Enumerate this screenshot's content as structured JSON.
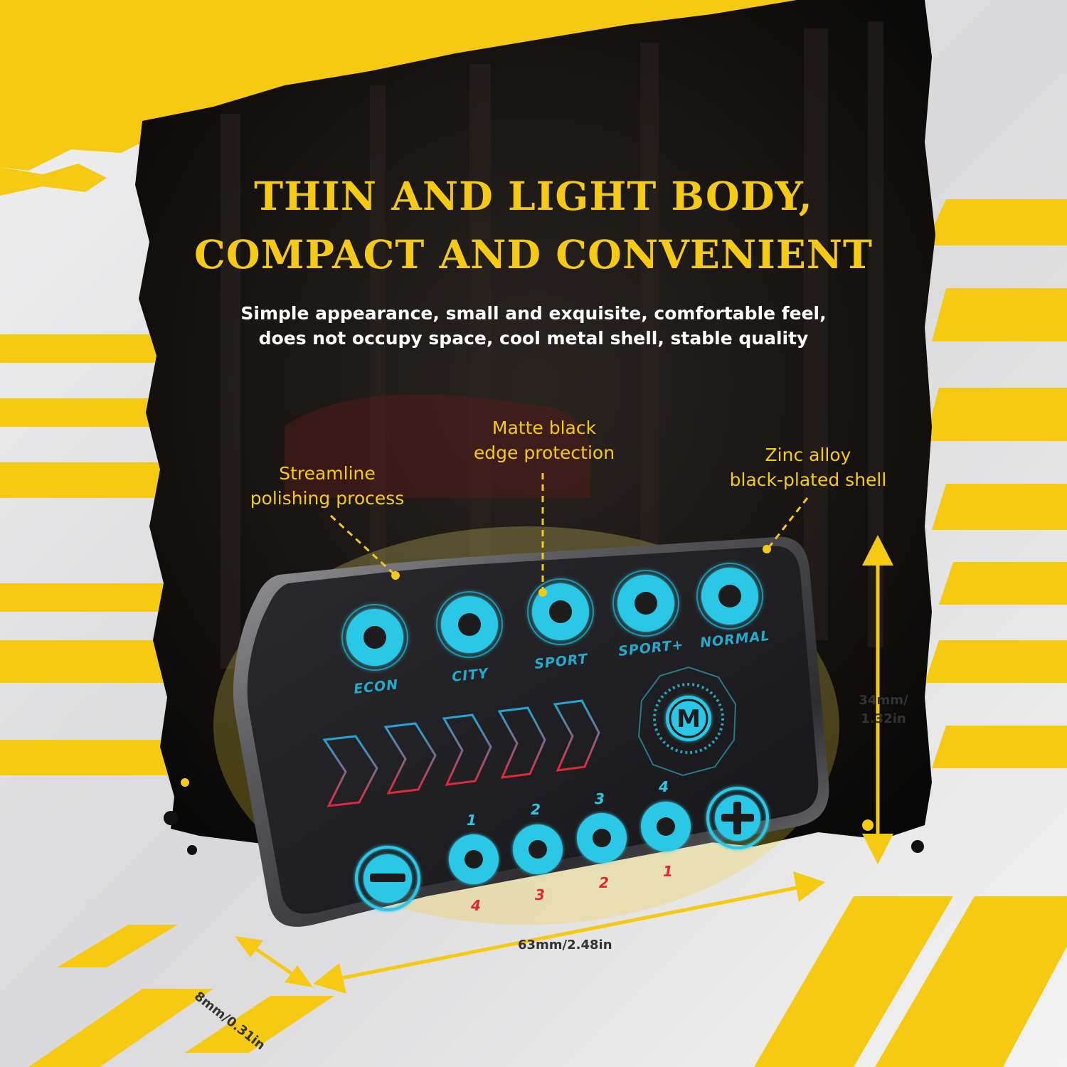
{
  "headline": {
    "line1": "THIN AND LIGHT BODY,",
    "line2": "COMPACT AND CONVENIENT"
  },
  "subtitle": {
    "line1": "Simple appearance, small and exquisite, comfortable feel,",
    "line2": "does not occupy space, cool metal shell, stable quality"
  },
  "callouts": {
    "streamline": {
      "line1": "Streamline",
      "line2": "polishing process"
    },
    "matte": {
      "line1": "Matte black",
      "line2": "edge protection"
    },
    "zinc": {
      "line1": "Zinc alloy",
      "line2": "black-plated shell"
    }
  },
  "dimensions": {
    "height_line1": "34mm/",
    "height_line2": "1.32in",
    "width": "63mm/2.48in",
    "depth": "8mm/0.31in"
  },
  "panel": {
    "mode_buttons": [
      {
        "label": "ECON"
      },
      {
        "label": "CITY"
      },
      {
        "label": "SPORT"
      },
      {
        "label": "SPORT+"
      },
      {
        "label": "NORMAL"
      }
    ],
    "m_button_label": "M",
    "top_numbers": [
      "1",
      "2",
      "3",
      "4"
    ],
    "bottom_numbers": [
      "4",
      "3",
      "2",
      "1"
    ],
    "minus_symbol": "−",
    "plus_symbol": "+"
  },
  "colors": {
    "brand_yellow": "#f6c913",
    "cyan_glow": "#2bc7e6",
    "panel_black": "#1b1b1d",
    "chevron_red": "#e0263a",
    "number_red": "#e0263a"
  }
}
